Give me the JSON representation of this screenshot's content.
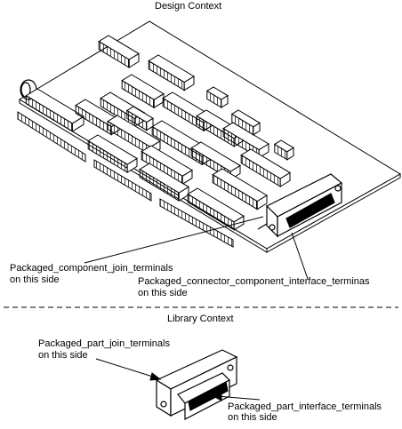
{
  "design": {
    "title": "Design Context",
    "component_join_label_line1": "Packaged_component_join_terminals",
    "component_join_label_line2": "on this side",
    "connector_interface_label_line1": "Packaged_connector_component_interface_terminas",
    "connector_interface_label_line2": "on this side"
  },
  "library": {
    "title": "Library Context",
    "part_join_label_line1": "Packaged_part_join_terminals",
    "part_join_label_line2": "on this side",
    "part_interface_label_line1": "Packaged_part_interface_terminals",
    "part_interface_label_line2": "on this side"
  },
  "colors": {
    "ink": "#000000",
    "paper": "#ffffff"
  }
}
